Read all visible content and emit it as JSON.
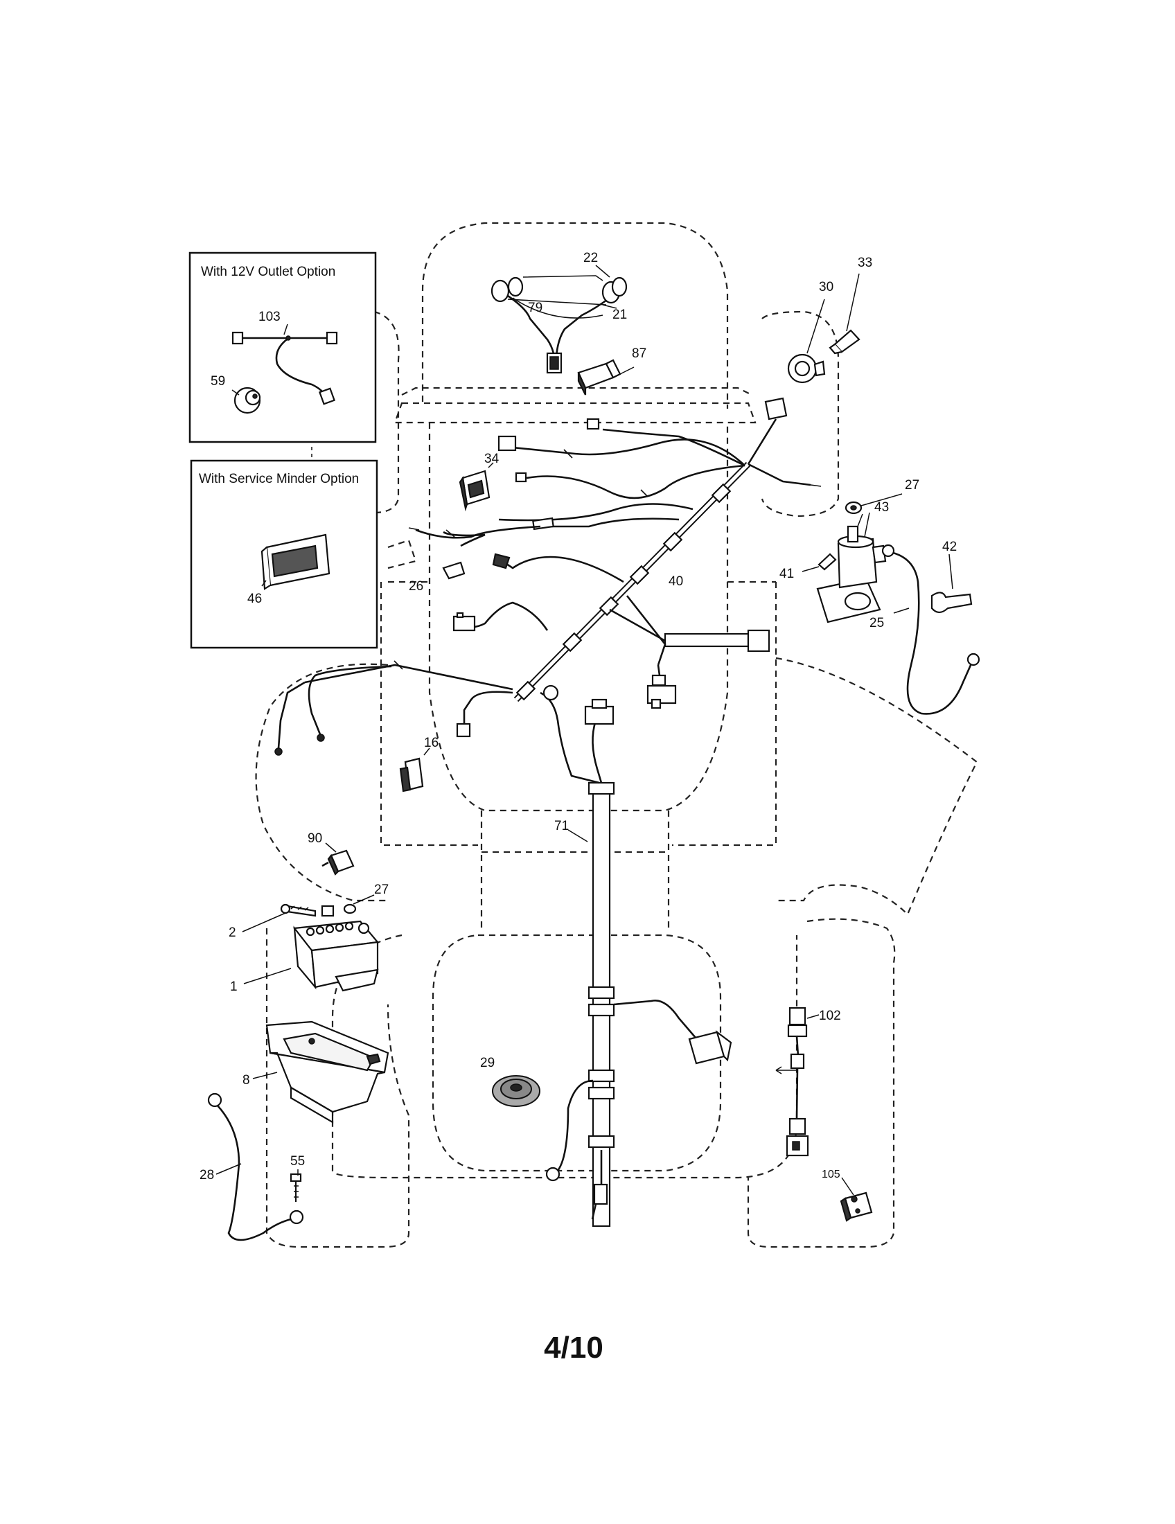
{
  "option_boxes": {
    "outlet": {
      "title": "With 12V Outlet Option"
    },
    "service": {
      "title": "With Service Minder Option"
    }
  },
  "labels": {
    "p1": "1",
    "p2": "2",
    "p8": "8",
    "p16": "16",
    "p21": "21",
    "p22": "22",
    "p25": "25",
    "p26": "26",
    "p27a": "27",
    "p27b": "27",
    "p28": "28",
    "p29": "29",
    "p30": "30",
    "p33": "33",
    "p34": "34",
    "p40": "40",
    "p41": "41",
    "p42": "42",
    "p43": "43",
    "p46": "46",
    "p55": "55",
    "p59": "59",
    "p71": "71",
    "p79": "79",
    "p87": "87",
    "p90": "90",
    "p102": "102",
    "p103": "103",
    "p105": "105"
  },
  "page_number": "4/10"
}
